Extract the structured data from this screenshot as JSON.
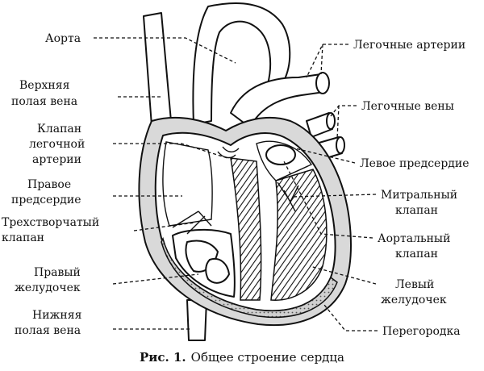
{
  "labels": {
    "aorta": "Аорта",
    "svc_1": "Верхняя",
    "svc_2": "полая вена",
    "pulm_valve_1": "Клапан",
    "pulm_valve_2": "легочной",
    "pulm_valve_3": "артерии",
    "right_atrium_1": "Правое",
    "right_atrium_2": "предсердие",
    "tricuspid_1": "Трехстворчатый",
    "tricuspid_2": "клапан",
    "right_ventricle_1": "Правый",
    "right_ventricle_2": "желудочек",
    "ivc_1": "Нижняя",
    "ivc_2": "полая вена",
    "pulm_arteries": "Легочные артерии",
    "pulm_veins": "Легочные вены",
    "left_atrium": "Левое предсердие",
    "mitral_1": "Митральный",
    "mitral_2": "клапан",
    "aortic_valve_1": "Аортальный",
    "aortic_valve_2": "клапан",
    "left_ventricle_1": "Левый",
    "left_ventricle_2": "желудочек",
    "septum": "Перегородка"
  },
  "caption": {
    "number": "Рис. 1.",
    "text": "Общее строение сердца"
  }
}
